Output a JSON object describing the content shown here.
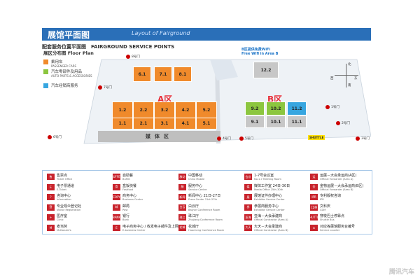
{
  "banner": {
    "title": "展馆平面图",
    "subtitle": "Layout of Fairground"
  },
  "section_title": "配套服务位置平面图　FAIRGROUND SERVICE POINTS",
  "legend": {
    "title": "展区分布图  Floor Plan",
    "items": [
      {
        "label": "乘用车",
        "sub": "PASSENGER CARS",
        "color": "#f08a2b"
      },
      {
        "label": "汽车零部件及用品",
        "sub": "AUTO PARTS & ACCESSORIES",
        "color": "#8cc63f"
      },
      {
        "label": "汽车经销商服务",
        "sub": "",
        "color": "#37a6e0"
      }
    ]
  },
  "zones": {
    "a": "A区",
    "b": "B区"
  },
  "halls_a": [
    {
      "id": "6.1"
    },
    {
      "id": "7.1"
    },
    {
      "id": "8.1"
    },
    {
      "id": "1.2"
    },
    {
      "id": "2.2"
    },
    {
      "id": "3.2"
    },
    {
      "id": "4.2"
    },
    {
      "id": "5.2"
    },
    {
      "id": "1.1"
    },
    {
      "id": "2.1"
    },
    {
      "id": "3.1"
    },
    {
      "id": "4.1"
    },
    {
      "id": "5.1"
    }
  ],
  "halls_b": [
    {
      "id": "12.2"
    },
    {
      "id": "9.2"
    },
    {
      "id": "10.2"
    },
    {
      "id": "11.2"
    },
    {
      "id": "9.1"
    },
    {
      "id": "10.1"
    },
    {
      "id": "11.1"
    }
  ],
  "media_area": "媒体区",
  "wifi": {
    "cn": "B区提供免费WiFi",
    "en": "Free Wifi in Area B"
  },
  "gates": [
    "8号门",
    "7号门",
    "6号门",
    "4号门",
    "5号门",
    "1号门",
    "2号门",
    "3号门"
  ],
  "shuttle": "SHUTTLE",
  "compass": {
    "north": "北",
    "south": "南",
    "east": "东",
    "west": "西"
  },
  "services": [
    {
      "icon": "售",
      "cn": "售票点",
      "en": "Ticket Office"
    },
    {
      "icon": "E",
      "cn": "电子票通道",
      "en": "E-Ticket"
    },
    {
      "icon": "?",
      "cn": "咨询中心",
      "en": "Information"
    },
    {
      "icon": "登",
      "cn": "专业观众登记处",
      "en": "Visitor Registration"
    },
    {
      "icon": "+",
      "cn": "医疗室",
      "en": "Clinic"
    },
    {
      "icon": "M",
      "cn": "麦当劳",
      "en": "McDonald's"
    },
    {
      "icon": "BUFFET",
      "cn": "自助餐",
      "en": "Buffet"
    },
    {
      "icon": "食",
      "cn": "盒饭快餐",
      "en": "Fastfood"
    },
    {
      "icon": "COPY",
      "cn": "商务中心",
      "en": "Business Center"
    },
    {
      "icon": "邮",
      "cn": "邮局",
      "en": "Post"
    },
    {
      "icon": "BANK",
      "cn": "银行",
      "en": "Bank"
    },
    {
      "icon": "E",
      "cn": "电子商务中心 / 收发电子邮件及上网",
      "en": "E-business Center"
    },
    {
      "icon": "移动",
      "cn": "中国移动",
      "en": "China Mobile"
    },
    {
      "icon": "服",
      "cn": "服务中心",
      "en": "Service Centre"
    },
    {
      "icon": "新闻",
      "cn": "新闻中心  21日-27日",
      "en": "Press Center 21st-27th"
    },
    {
      "icon": "白云",
      "cn": "白云厅",
      "en": "Baiyun Conference Room"
    },
    {
      "icon": "珠江",
      "cn": "珠江厅",
      "en": "Zhujiang Conference Room"
    },
    {
      "icon": "花城",
      "cn": "花城厅",
      "en": "Huacheng Conference Room"
    },
    {
      "icon": "会议",
      "cn": "1-7号会议室",
      "en": "No.1-7 Meeting Room"
    },
    {
      "icon": "媒",
      "cn": "媒体工作室  24日-30日",
      "en": "Media Office 25th-30th"
    },
    {
      "icon": "展",
      "cn": "展馆证件办理中心",
      "en": "Exhibitor Service Center"
    },
    {
      "icon": "参",
      "cn": "参展商服务中心",
      "en": "Exhibitor Service Center"
    },
    {
      "icon": "亚海",
      "cn": "亚海－大会承建商",
      "en": "Official Contractor (Area A)"
    },
    {
      "icon": "大天",
      "cn": "大天－大会承建商",
      "en": "Official Contractor (Area B)"
    },
    {
      "icon": "运",
      "cn": "运展－大会承运商(A区)",
      "en": "Official Forwarder (Area A)"
    },
    {
      "icon": "金",
      "cn": "金物运展－大会承运商(B区)",
      "en": "Official Forwarder (Area B)"
    },
    {
      "icon": "IPR",
      "cn": "专利版权咨询",
      "en": "IPR"
    },
    {
      "icon": "CDM",
      "cn": "文科庆",
      "en": "CDM"
    },
    {
      "icon": "SHUTTLE",
      "cn": "穿梭巴士停靠点",
      "en": "Shuttle Bus"
    },
    {
      "icon": "①",
      "cn": "对应各展馆服务台编号",
      "en": "Service counter"
    }
  ],
  "watermark": "腾讯汽车"
}
